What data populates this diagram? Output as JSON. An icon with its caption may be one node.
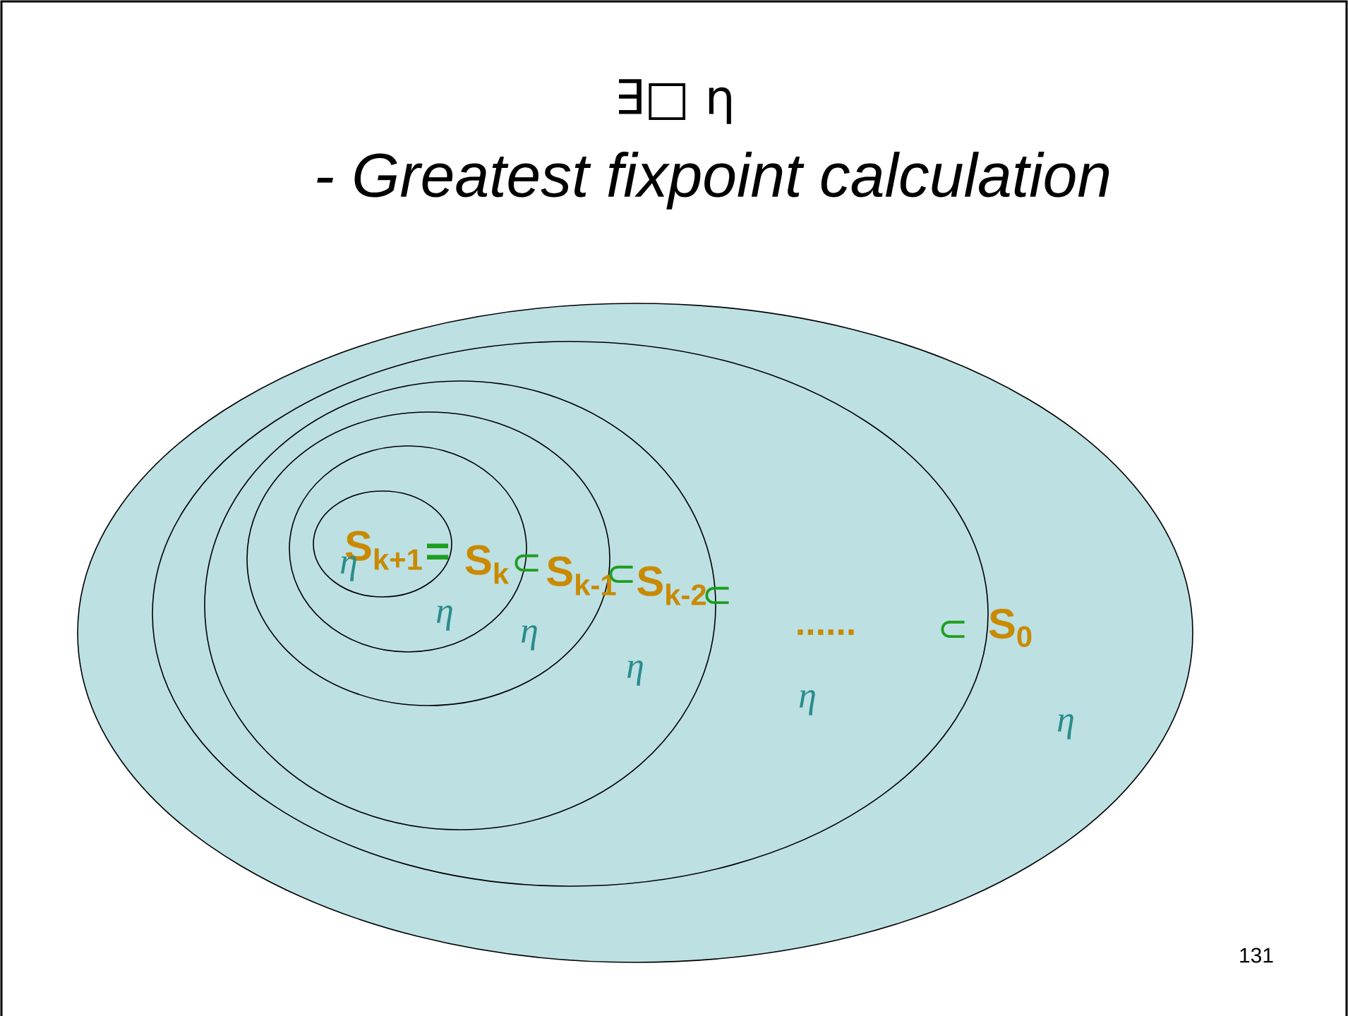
{
  "diagram": {
    "title": "∃□ η",
    "labels": [
      "- Greatest fixpoint calculation",
      "S$_{k+1}$",
      "=",
      "S$_{k}$",
      "⊂",
      "S$_{k-1}$",
      "⊂",
      "S$_{k-2}$",
      "⊂",
      "......",
      "⊂",
      "S$_{0}$",
      "η",
      "η",
      "η",
      "η",
      "η",
      "η",
      "131"
    ]
  }
}
